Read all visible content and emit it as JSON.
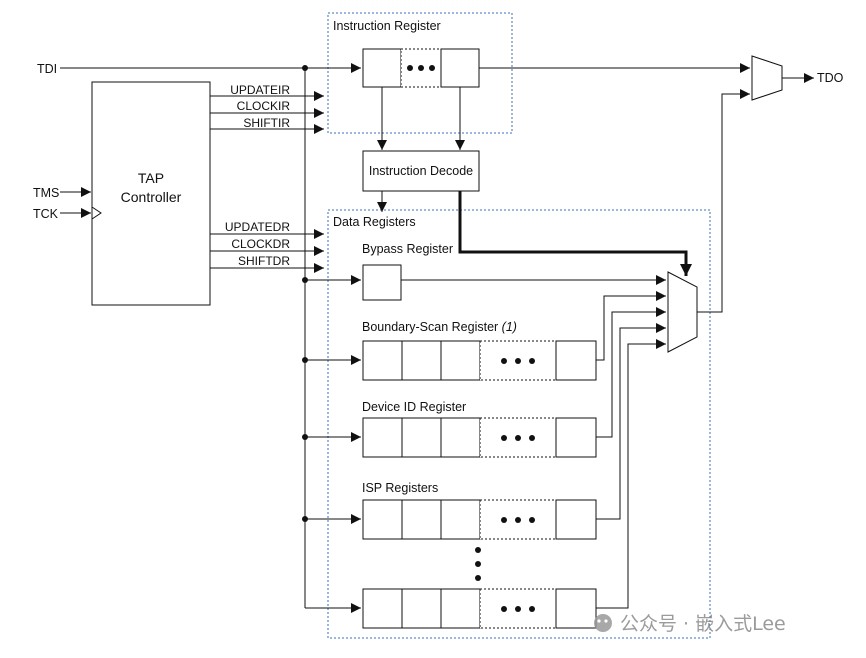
{
  "inputs": {
    "tdi": "TDI",
    "tms": "TMS",
    "tck": "TCK"
  },
  "output": {
    "tdo": "TDO"
  },
  "tap_controller": {
    "title_line1": "TAP",
    "title_line2": "Controller"
  },
  "ir_signals": [
    "UPDATEIR",
    "CLOCKIR",
    "SHIFTIR"
  ],
  "dr_signals": [
    "UPDATEDR",
    "CLOCKDR",
    "SHIFTDR"
  ],
  "instruction_register": {
    "label": "Instruction Register"
  },
  "instruction_decode": {
    "label": "Instruction Decode"
  },
  "data_registers": {
    "label": "Data Registers",
    "bypass": "Bypass Register",
    "boundary_scan": "Boundary-Scan Register",
    "boundary_scan_note": "(1)",
    "device_id": "Device ID Register",
    "isp": "ISP Registers"
  },
  "watermark": {
    "text": "公众号 · 嵌入式Lee"
  }
}
